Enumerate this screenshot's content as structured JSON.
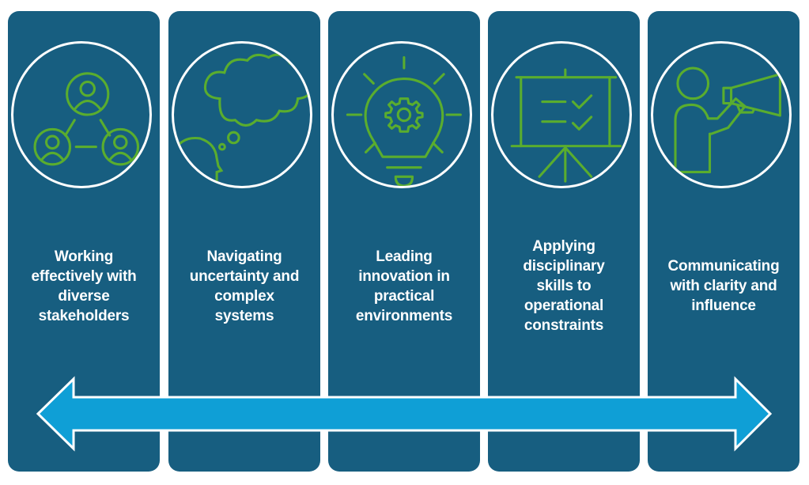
{
  "colors": {
    "panel": "#175e80",
    "icon_stroke": "#5aad2e",
    "circle_ring": "#ffffff",
    "arrow_fill": "#0f9fd6",
    "arrow_outline": "#ffffff",
    "text": "#ffffff"
  },
  "panels": [
    {
      "icon": "people-network-icon",
      "lines": [
        "Working",
        "effectively with",
        "diverse",
        "stakeholders"
      ]
    },
    {
      "icon": "thought-bubble-head-icon",
      "lines": [
        "Navigating",
        "uncertainty and",
        "complex",
        "systems"
      ]
    },
    {
      "icon": "lightbulb-gear-icon",
      "lines": [
        "Leading",
        "innovation in",
        "practical",
        "environments"
      ]
    },
    {
      "icon": "presentation-board-checklist-icon",
      "lines": [
        "Applying",
        "disciplinary",
        "skills to",
        "operational",
        "constraints"
      ]
    },
    {
      "icon": "person-megaphone-icon",
      "lines": [
        "Communicating",
        "with clarity and",
        "influence"
      ]
    }
  ],
  "arrow": {
    "type": "double-headed-horizontal-arrow"
  }
}
